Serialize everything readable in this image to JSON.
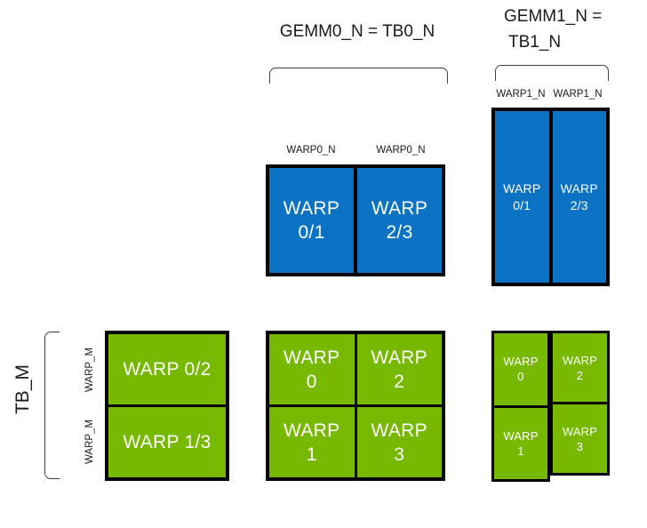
{
  "title_labels": {
    "gemm0": "GEMM0_N = TB0_N",
    "gemm1_line1": "GEMM1_N =",
    "gemm1_line2": "TB1_N"
  },
  "axis_labels": {
    "warp0_n_left": "WARP0_N",
    "warp0_n_right": "WARP0_N",
    "warp1_n_left": "WARP1_N",
    "warp1_n_right": "WARP1_N",
    "tb_m": "TB_M",
    "warp_m_top": "WARP_M",
    "warp_m_bottom": "WARP_M"
  },
  "colors": {
    "blue": "#0b72c4",
    "green": "#76b900",
    "border": "#000000",
    "bracket": "#404040",
    "cell_text": "#ffffff"
  },
  "blocks": {
    "gemm0_accumulator": {
      "cells": [
        {
          "l1": "WARP",
          "l2": "0/1"
        },
        {
          "l1": "WARP",
          "l2": "2/3"
        }
      ]
    },
    "gemm1_accumulator": {
      "cells": [
        {
          "l1": "WARP",
          "l2": "0/1"
        },
        {
          "l1": "WARP",
          "l2": "2/3"
        }
      ]
    },
    "tb_tile": {
      "rows": [
        "WARP 0/2",
        "WARP 1/3"
      ]
    },
    "gemm0_output": {
      "cells": [
        {
          "l1": "WARP",
          "l2": "0"
        },
        {
          "l1": "WARP",
          "l2": "2"
        },
        {
          "l1": "WARP",
          "l2": "1"
        },
        {
          "l1": "WARP",
          "l2": "3"
        }
      ]
    },
    "gemm1_output": {
      "cells": [
        {
          "l1": "WARP",
          "l2": "0"
        },
        {
          "l1": "WARP",
          "l2": "2"
        },
        {
          "l1": "WARP",
          "l2": "1"
        },
        {
          "l1": "WARP",
          "l2": "3"
        }
      ]
    }
  }
}
